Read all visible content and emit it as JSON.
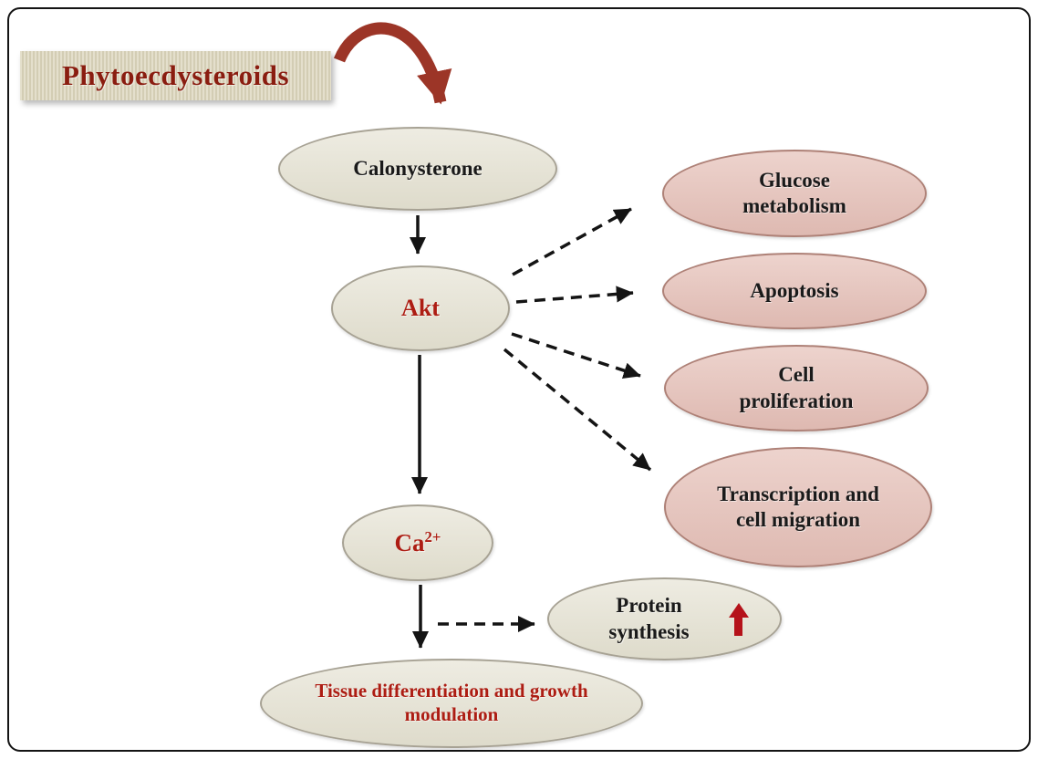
{
  "diagram": {
    "title": "Phytoecdysteroids",
    "nodes": {
      "calonysterone": {
        "label": "Calonysterone"
      },
      "akt": {
        "label": "Akt"
      },
      "glucose": {
        "label": "Glucose metabolism"
      },
      "apoptosis": {
        "label": "Apoptosis"
      },
      "proliferation": {
        "label": "Cell proliferation"
      },
      "transcription": {
        "label": "Transcription and cell migration"
      },
      "calcium": {
        "base": "Ca",
        "sup": "2+"
      },
      "protein": {
        "label": "Protein synthesis",
        "icon": "up-arrow"
      },
      "tissue": {
        "label": "Tissue differentiation and growth modulation"
      }
    },
    "edges": [
      {
        "from": "Phytoecdysteroids",
        "to": "Calonysterone",
        "style": "curved-solid-red"
      },
      {
        "from": "Calonysterone",
        "to": "Akt",
        "style": "solid"
      },
      {
        "from": "Akt",
        "to": "Glucose metabolism",
        "style": "dashed"
      },
      {
        "from": "Akt",
        "to": "Apoptosis",
        "style": "dashed"
      },
      {
        "from": "Akt",
        "to": "Cell proliferation",
        "style": "dashed"
      },
      {
        "from": "Akt",
        "to": "Transcription and cell migration",
        "style": "dashed"
      },
      {
        "from": "Akt",
        "to": "Ca2+",
        "style": "solid"
      },
      {
        "from": "Ca2+",
        "to": "Tissue differentiation and growth modulation",
        "style": "solid"
      },
      {
        "from": "Ca2+",
        "to": "Protein synthesis",
        "style": "dashed"
      }
    ],
    "colors": {
      "title_text": "#8a1d10",
      "title_bg": "#dcd6c0",
      "gray_node_bg": "#e6e3d7",
      "gray_node_border": "#a7a294",
      "pink_node_bg": "#e6c6bf",
      "pink_node_border": "#ae8177",
      "accent_red_text": "#ad1d13",
      "red_arrow": "#9c3527",
      "black_arrow": "#141414",
      "increase_arrow_red": "#b5121a"
    }
  }
}
